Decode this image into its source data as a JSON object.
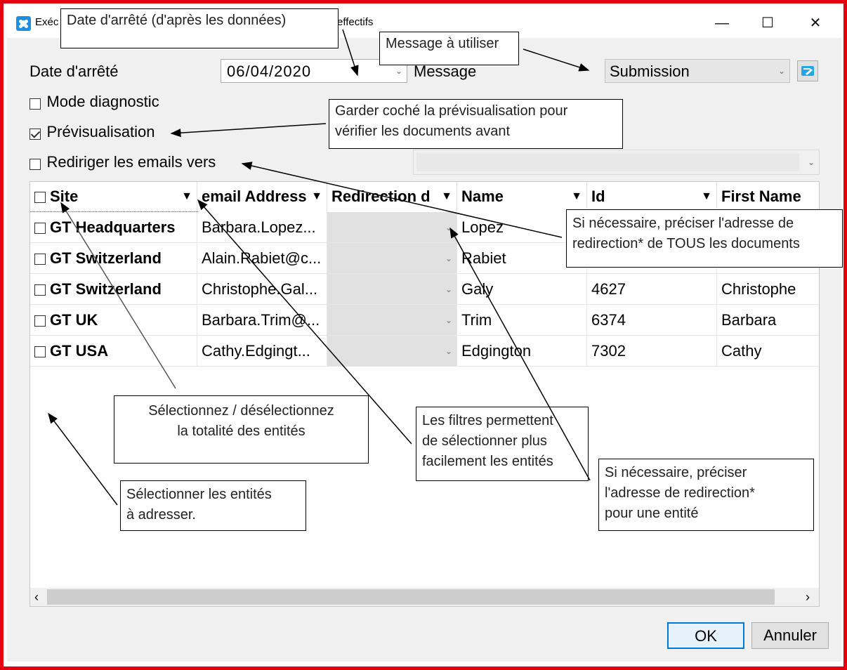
{
  "window": {
    "title_visible": "Exéc",
    "title_suffix": "effectifs",
    "minimize_glyph": "—",
    "maximize_glyph": "☐",
    "close_glyph": "✕"
  },
  "form": {
    "date_label": "Date d'arrêté",
    "date_value": "06/04/2020",
    "message_label": "Message",
    "message_value": "Submission",
    "diagnostic_label": "Mode diagnostic",
    "diagnostic_checked": false,
    "preview_label": "Prévisualisation",
    "preview_checked": true,
    "redirect_label": "Rediriger les emails vers",
    "redirect_checked": false,
    "redirect_value": ""
  },
  "grid": {
    "columns": [
      "Site",
      "email Address",
      "Redirection d",
      "Name",
      "Id",
      "First Name"
    ],
    "rows": [
      {
        "site": "GT Headquarters",
        "email": "Barbara.Lopez...",
        "redirection": "",
        "name": "Lopez",
        "id": "",
        "first_name": ""
      },
      {
        "site": "GT Switzerland",
        "email": "Alain.Rabiet@c...",
        "redirection": "",
        "name": "Rabiet",
        "id": "",
        "first_name": ""
      },
      {
        "site": "GT Switzerland",
        "email": "Christophe.Gal...",
        "redirection": "",
        "name": "Galy",
        "id": "4627",
        "first_name": "Christophe"
      },
      {
        "site": "GT UK",
        "email": "Barbara.Trim@...",
        "redirection": "",
        "name": "Trim",
        "id": "6374",
        "first_name": "Barbara"
      },
      {
        "site": "GT USA",
        "email": "Cathy.Edgingt...",
        "redirection": "",
        "name": "Edgington",
        "id": "7302",
        "first_name": "Cathy"
      }
    ],
    "scroll_left": "‹",
    "scroll_right": "›"
  },
  "buttons": {
    "ok": "OK",
    "cancel": "Annuler"
  },
  "callouts": {
    "date_note": "Date d'arrêté (d'après les données)",
    "message_note": "Message à utiliser",
    "preview_note_1": "Garder coché la prévisualisation pour",
    "preview_note_2": "vérifier les documents avant",
    "redirect_all_1": "Si nécessaire, préciser l'adresse de",
    "redirect_all_2": "redirection* de TOUS les documents",
    "select_all_1": "Sélectionnez / désélectionnez",
    "select_all_2": "la totalité des entités",
    "filters_1": "Les filtres permettent",
    "filters_2": "de sélectionner plus",
    "filters_3": "facilement les entités",
    "redirect_one_1": "Si nécessaire, préciser",
    "redirect_one_2": "l'adresse de redirection*",
    "redirect_one_3": "pour une entité",
    "select_entities_1": "Sélectionner les entités",
    "select_entities_2": "à adresser."
  },
  "colors": {
    "frame": "#e3000f",
    "dialog_bg": "#f0f0f0",
    "accent": "#0078d7",
    "app_icon": "#1d8fe1"
  },
  "icons": [
    "app-icon",
    "chevron-down-icon",
    "filter-arrow-icon",
    "edit-message-icon",
    "checkbox-icon"
  ]
}
